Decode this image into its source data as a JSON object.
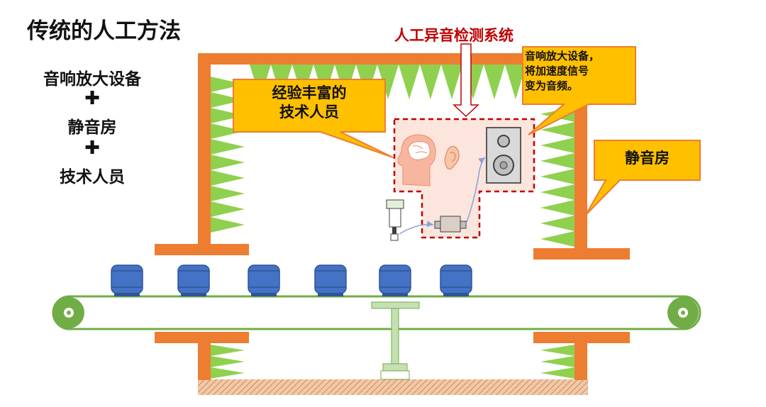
{
  "title": "传统的人工方法",
  "left_list": {
    "item1": "音响放大设备",
    "plus1": "✚",
    "item2": "静音房",
    "plus2": "✚",
    "item3": "技术人员"
  },
  "system_title": "人工异音检测系统",
  "callouts": {
    "technician": [
      "经验丰富的",
      "技术人员"
    ],
    "amplifier": [
      "音响放大设备，",
      "将加速度信号",
      "变为音频。"
    ],
    "room": "静音房"
  },
  "colors": {
    "frame": "#ed7d31",
    "foam": "#8fd14f",
    "callout_fill": "#ffc000",
    "callout_border": "#ed7d31",
    "system_title": "#c00000",
    "box_border": "#c00000",
    "belt_border": "#70ad47",
    "container": "#4472c4"
  },
  "icons": [
    "brain-head-icon",
    "ear-icon",
    "speaker-icon",
    "accelerometer-sensor-icon",
    "signal-amplifier-icon"
  ]
}
